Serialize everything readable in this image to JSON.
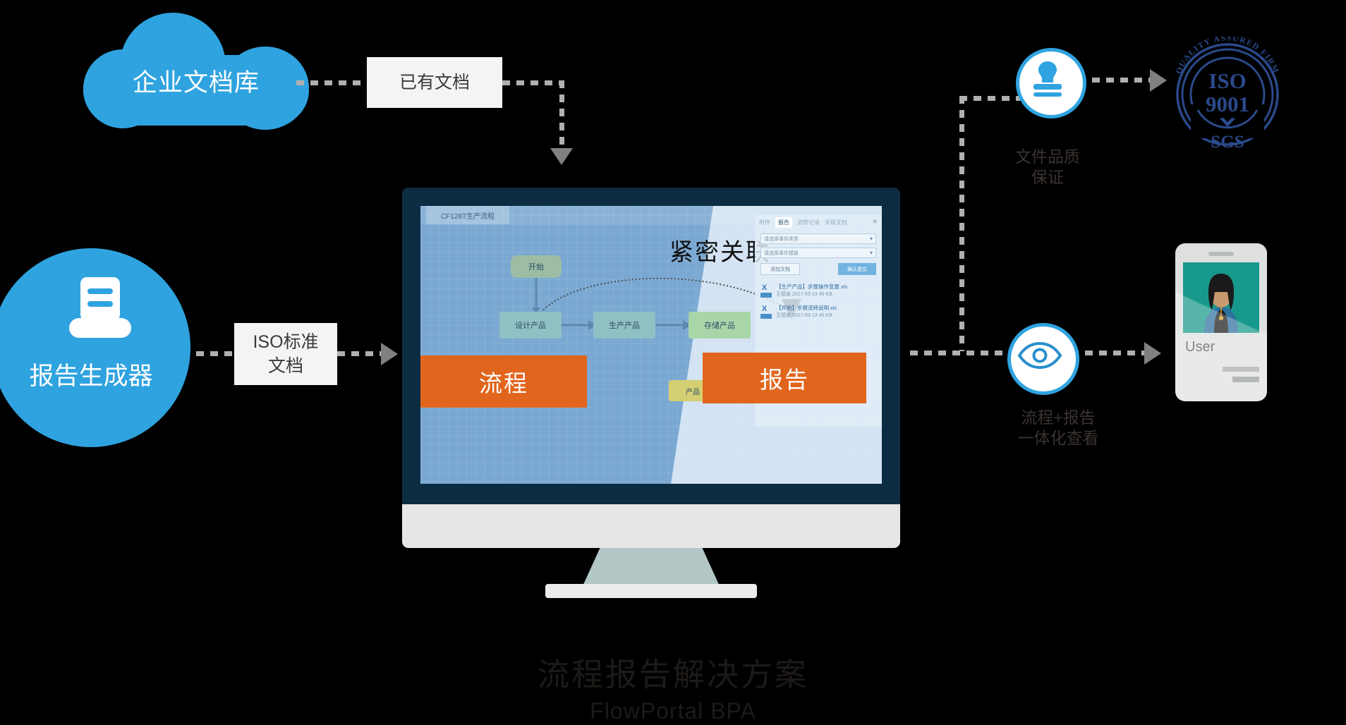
{
  "meta": {
    "title": "流程报告解决方案",
    "subtitle": "FlowPortal BPA",
    "accent_blue": "#2fa3e0",
    "accent_orange": "#e2651d",
    "seal_blue": "#2b4a8b",
    "dash_gray": "#b0b0b0"
  },
  "sources": {
    "cloud": {
      "label": "企业文档库",
      "icon": "cloud-icon"
    },
    "cloud_edge_label": "已有文档",
    "generator": {
      "label": "报告生成器",
      "icon": "report-document-icon"
    },
    "generator_edge_label_line1": "ISO标准",
    "generator_edge_label_line2": "文档"
  },
  "monitor": {
    "app": {
      "tab_label": "CF128T生产流程",
      "overlay_flow": "流程",
      "overlay_report": "报告",
      "relation_label": "紧密关联",
      "nodes": [
        {
          "id": "start",
          "label": "开始"
        },
        {
          "id": "design",
          "label": "设计产品"
        },
        {
          "id": "produce",
          "label": "生产产品"
        },
        {
          "id": "store",
          "label": "存储产品"
        },
        {
          "id": "extra",
          "label": "产品"
        }
      ],
      "panel": {
        "tabs": [
          "附件",
          "报告",
          "流转记录",
          "关联文档"
        ],
        "active_tab": "报告",
        "close_label": "✕",
        "select_1": "请选择事件类型",
        "select_2": "请选择事件模板",
        "add_button": "添加文档",
        "confirm_button": "确认提交",
        "files": [
          {
            "type_icon": "excel-icon",
            "badge": "XLS",
            "name": "【生产产品】步骤操作变更.xls",
            "meta": "王德发 2017-03-13  45 KB"
          },
          {
            "type_icon": "excel-icon",
            "badge": "XLS",
            "name": "【开始】步骤流转说明.xls",
            "meta": "王德发 2017-03-13  45 KB"
          }
        ]
      }
    }
  },
  "outputs": {
    "quality": {
      "icon": "stamp-icon",
      "label_line1": "文件品质",
      "label_line2": "保证"
    },
    "viewer": {
      "icon": "eye-icon",
      "label_line1": "流程+报告",
      "label_line2": "一体化查看"
    },
    "seal": {
      "icon": "iso-seal-icon",
      "ring_text": "QUALITY ASSURED FIRM",
      "line1": "ISO",
      "line2": "9001",
      "line3": "SGS"
    },
    "phone": {
      "icon": "mobile-phone-icon",
      "user_label": "User"
    }
  }
}
